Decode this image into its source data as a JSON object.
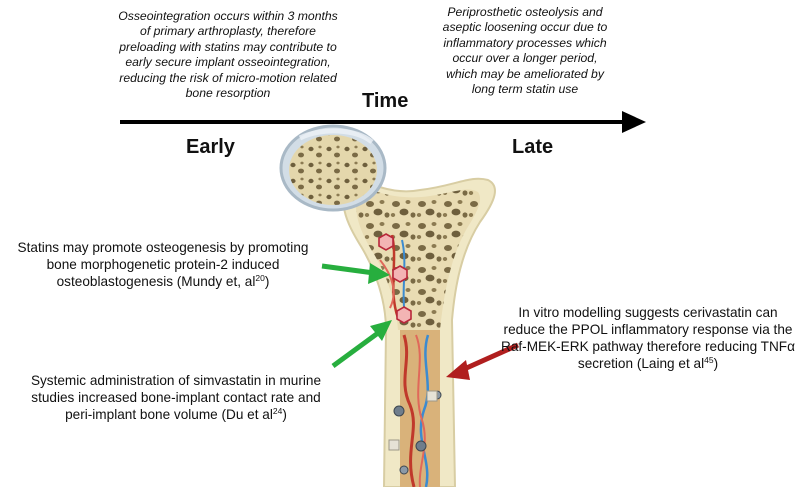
{
  "timeline": {
    "early_note": "Osseointegration occurs within 3 months of primary arthroplasty, therefore preloading with statins may contribute to early secure implant osseointegration, reducing the risk of micro-motion related bone resorption",
    "late_note": "Periprosthetic osteolysis and aseptic loosening occur due to inflammatory processes which occur over a longer period, which may be ameliorated by long term statin use",
    "axis_label": "Time",
    "early_label": "Early",
    "late_label": "Late"
  },
  "annotations": [
    {
      "text": "Statins may promote osteogenesis by promoting bone morphogenetic protein-2 induced osteoblastogenesis (Mundy et, al",
      "ref": "20",
      "close": ")",
      "arrow_color": "#27ae3e"
    },
    {
      "text": "Systemic administration of simvastatin in murine studies increased bone-implant contact rate and peri-implant bone volume (Du et al",
      "ref": "24",
      "close": ")",
      "arrow_color": "#27ae3e"
    },
    {
      "text": "In vitro modelling suggests cerivastatin can reduce the PPOL inflammatory response via the Raf-MEK-ERK pathway therefore reducing TNFα secretion (Laing et al",
      "ref": "45",
      "close": ")",
      "arrow_color": "#b01e1e"
    }
  ]
}
